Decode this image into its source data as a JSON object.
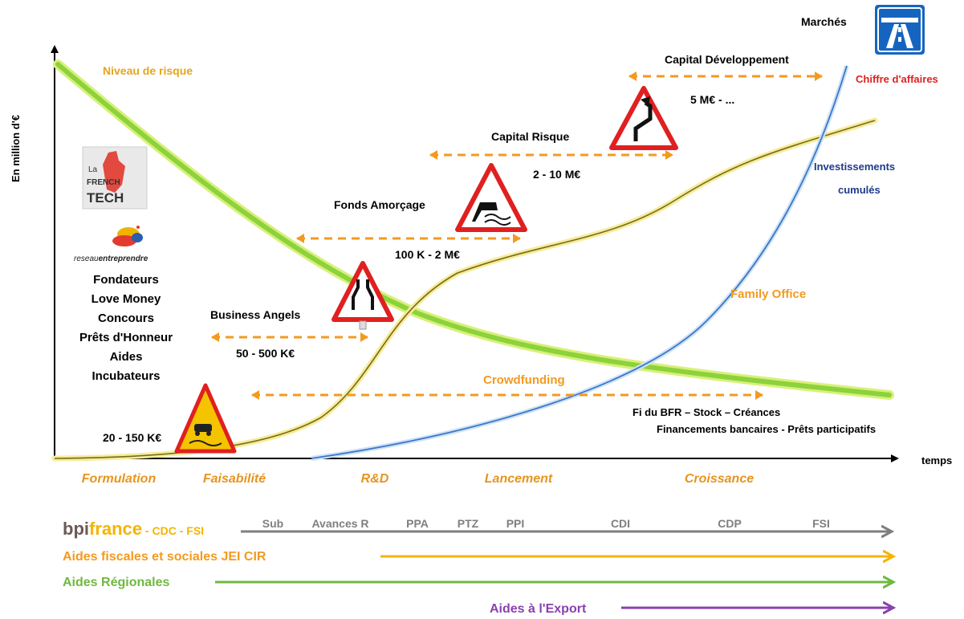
{
  "axes": {
    "y_label": "En million d'€",
    "x_label": "temps"
  },
  "curves": {
    "risk_label": "Niveau de risque",
    "revenue_label": "Chiffre d'affaires",
    "investment_label_1": "Investissements",
    "investment_label_2": "cumulés",
    "markets_label": "Marchés"
  },
  "logos": {
    "french_tech": [
      "La",
      "FRENCH",
      "TECH"
    ],
    "reseau_prefix": "reseau",
    "reseau_suffix": "entreprendre",
    "bpi_prefix": "bpi",
    "bpi_suffix": "france",
    "bpi_rest": " - CDC - FSI"
  },
  "early_funding": {
    "items": [
      "Fondateurs",
      "Love Money",
      "Concours",
      "Prêts d'Honneur",
      "Aides",
      "Incubateurs"
    ],
    "amount": "20 - 150 K€"
  },
  "funding_stages": {
    "business_angels": {
      "label": "Business Angels",
      "amount": "50 - 500 K€"
    },
    "amorcage": {
      "label": "Fonds Amorçage",
      "amount": "100 K - 2 M€"
    },
    "capital_risque": {
      "label": "Capital Risque",
      "amount": "2 - 10 M€"
    },
    "capital_dev": {
      "label": "Capital Développement",
      "amount": "5 M€ - ..."
    },
    "family_office": "Family Office",
    "crowdfunding": "Crowdfunding",
    "bank_line1": "Fi du BFR – Stock – Créances",
    "bank_line2": "Financements bancaires  - Prêts participatifs"
  },
  "phases": [
    "Formulation",
    "Faisabilité",
    "R&D",
    "Lancement",
    "Croissance"
  ],
  "public_tools": [
    "Sub",
    "Avances R",
    "PPA",
    "PTZ",
    "PPI",
    "CDI",
    "CDP",
    "FSI"
  ],
  "aids": {
    "fiscal": "Aides fiscales et sociales  JEI  CIR",
    "regional": "Aides Régionales",
    "export": "Aides à l'Export"
  },
  "colors": {
    "risk_green": "#8cd23c",
    "risk_glow": "#d8f07a",
    "revenue_blue": "#3a78c8",
    "investment_olive": "#7a6a1a",
    "arrow_orange": "#f39a1f",
    "phase_orange": "#e69520",
    "red_label": "#e02020",
    "navy_label": "#1f3a8a",
    "gray_arrow": "#7f7f7f",
    "yellow_arrow": "#f5b400",
    "green_arrow": "#70b840",
    "purple_arrow": "#8a40b0",
    "motorway_blue": "#1565c0"
  }
}
